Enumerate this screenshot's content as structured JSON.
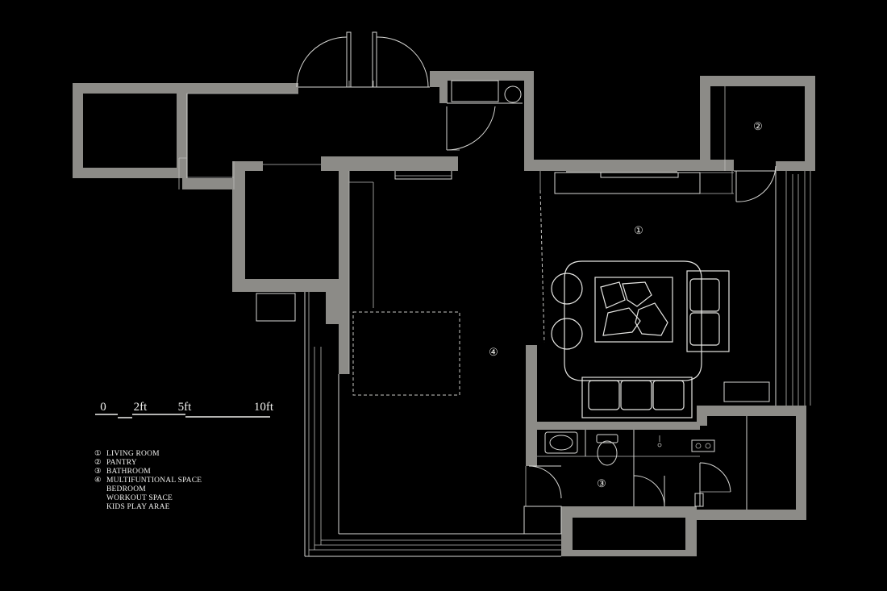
{
  "rooms": [
    {
      "number": "①",
      "name": "LIVING ROOM"
    },
    {
      "number": "②",
      "name": "PANTRY"
    },
    {
      "number": "③",
      "name": "BATHROOM"
    },
    {
      "number": "④",
      "name": "MULTIFUNTIONAL SPACE",
      "sub_uses": [
        "BEDROOM",
        "WORKOUT SPACE",
        "KIDS PLAY ARAE"
      ]
    }
  ],
  "scale_bar": {
    "labels": [
      "0",
      "2ft",
      "5ft",
      "10ft"
    ]
  },
  "colors": {
    "background": "#000000",
    "walls": "#8c8b87",
    "linework": "#d9d9d6",
    "text": "#f0f0ee"
  }
}
